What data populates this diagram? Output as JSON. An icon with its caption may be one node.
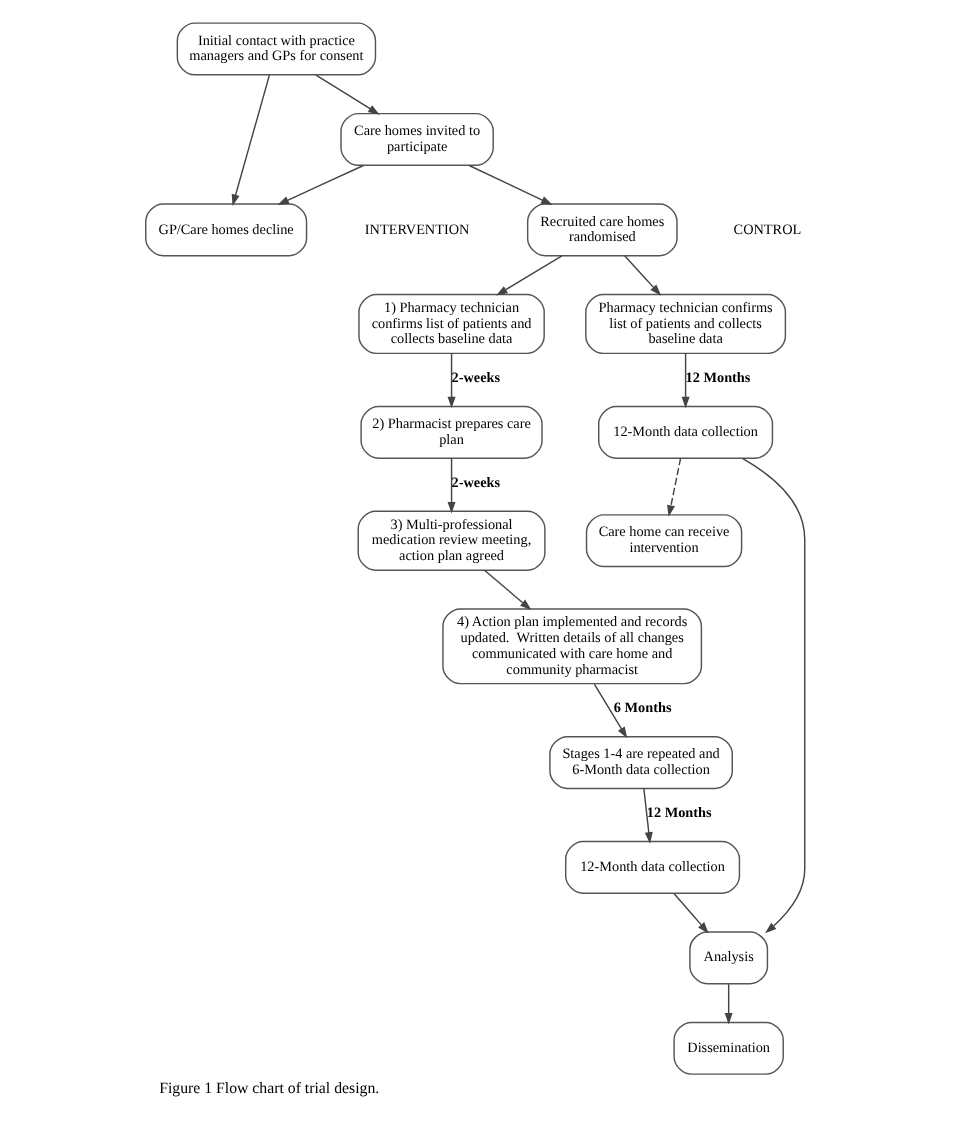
{
  "diagram": {
    "caption": "Figure 1 Flow chart of trial design.",
    "nodes": [
      {
        "text": [
          "Initial contact with practice managers and GPs for consent"
        ]
      },
      {
        "text": [
          "GP/Care homes decline"
        ]
      },
      {
        "text": [
          "Care homes invited to participate"
        ]
      },
      {
        "text": [
          "Recruited care homes randomised"
        ]
      },
      {
        "text": [
          "Pharmacy technician confirms list of patients and collects baseline data"
        ]
      },
      {
        "text": [
          "1) Pharmacy technician confirms list of patients and collects baseline data"
        ]
      },
      {
        "text": [
          "2) Pharmacist prepares care plan"
        ]
      },
      {
        "text": [
          "3) Multi-professional medication review meeting, action plan agreed"
        ]
      },
      {
        "text": [
          "4) Action plan implemented and records updated.  Written details of all changes communicated with care home and community pharmacist"
        ]
      },
      {
        "text": [
          "Stages 1-4 are repeated and 6-Month data collection"
        ]
      },
      {
        "text": [
          "12-Month data collection"
        ]
      },
      {
        "text": [
          "12-Month data collection"
        ]
      },
      {
        "text": [
          "Analysis"
        ]
      },
      {
        "text": [
          "Care home can receive intervention"
        ]
      },
      {
        "text": [
          "Dissemination"
        ]
      }
    ],
    "edges": [
      {
        "from": 0,
        "to": 1,
        "arrow": "to"
      },
      {
        "from": 2,
        "to": 1,
        "arrow": "to"
      },
      {
        "from": 0,
        "to": 2,
        "arrow": "to"
      },
      {
        "from": 2,
        "to": 3,
        "arrow": "to"
      },
      {
        "from": 3,
        "to": 4,
        "arrow": "to"
      },
      {
        "from": 3,
        "to": 5,
        "arrow": "to"
      },
      {
        "from": 5,
        "to": 6,
        "arrow": "to",
        "label": "2-weeks"
      },
      {
        "from": 6,
        "to": 7,
        "arrow": "to",
        "label": "2-weeks"
      },
      {
        "from": 7,
        "to": 8,
        "arrow": "to"
      },
      {
        "from": 8,
        "to": 9,
        "arrow": "to",
        "label": "6 Months"
      },
      {
        "from": 4,
        "to": 10,
        "arrow": "to",
        "label": "12 Months"
      },
      {
        "from": 9,
        "to": 11,
        "arrow": "to",
        "label": "12 Months"
      },
      {
        "from": 10,
        "to": 12,
        "arrow": "to"
      },
      {
        "from": 11,
        "to": 12,
        "arrow": "to"
      },
      {
        "from": 10,
        "to": 13,
        "arrow": "to",
        "style": "dashed"
      },
      {
        "from": 12,
        "to": 14,
        "arrow": "to"
      }
    ],
    "labels": [
      "CONTROL",
      "INTERVENTION"
    ]
  }
}
